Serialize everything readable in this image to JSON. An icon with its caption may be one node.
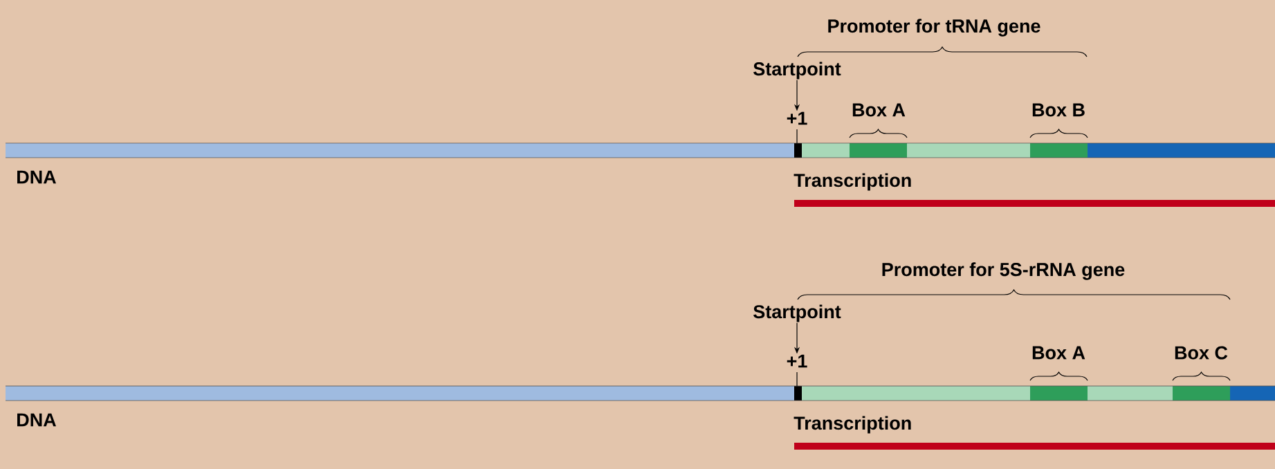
{
  "diagram": {
    "nodes": [
      {
        "text": [
          "Startpoint"
        ]
      },
      {
        "text": [
          "+1"
        ]
      },
      {
        "text": [
          "Startpoint"
        ]
      },
      {
        "text": [
          "+1"
        ]
      }
    ],
    "edges": [
      {
        "from": 0,
        "to": 1,
        "arrow": "to"
      },
      {
        "from": 2,
        "to": 3,
        "arrow": "to"
      }
    ],
    "labels": [
      "Promoter for tRNA gene",
      "Box A",
      "Box B",
      "DNA",
      "Transcription",
      "Promoter for 5S-rRNA gene",
      "Box A",
      "Box C",
      "DNA",
      "Transcription"
    ]
  }
}
